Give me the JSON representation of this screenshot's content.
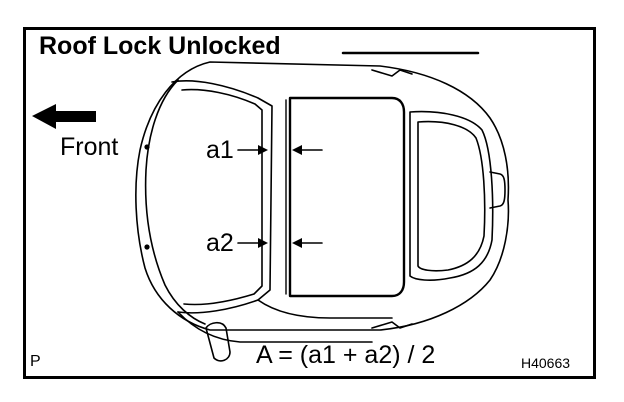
{
  "diagram": {
    "title": "Roof Lock Unlocked",
    "direction_label": "Front",
    "measurements": {
      "upper": "a1",
      "lower": "a2"
    },
    "formula": "A = (a1 + a2) / 2",
    "corner_mark": "P",
    "figure_code": "H40663",
    "colors": {
      "line": "#000000",
      "background": "#ffffff"
    }
  }
}
